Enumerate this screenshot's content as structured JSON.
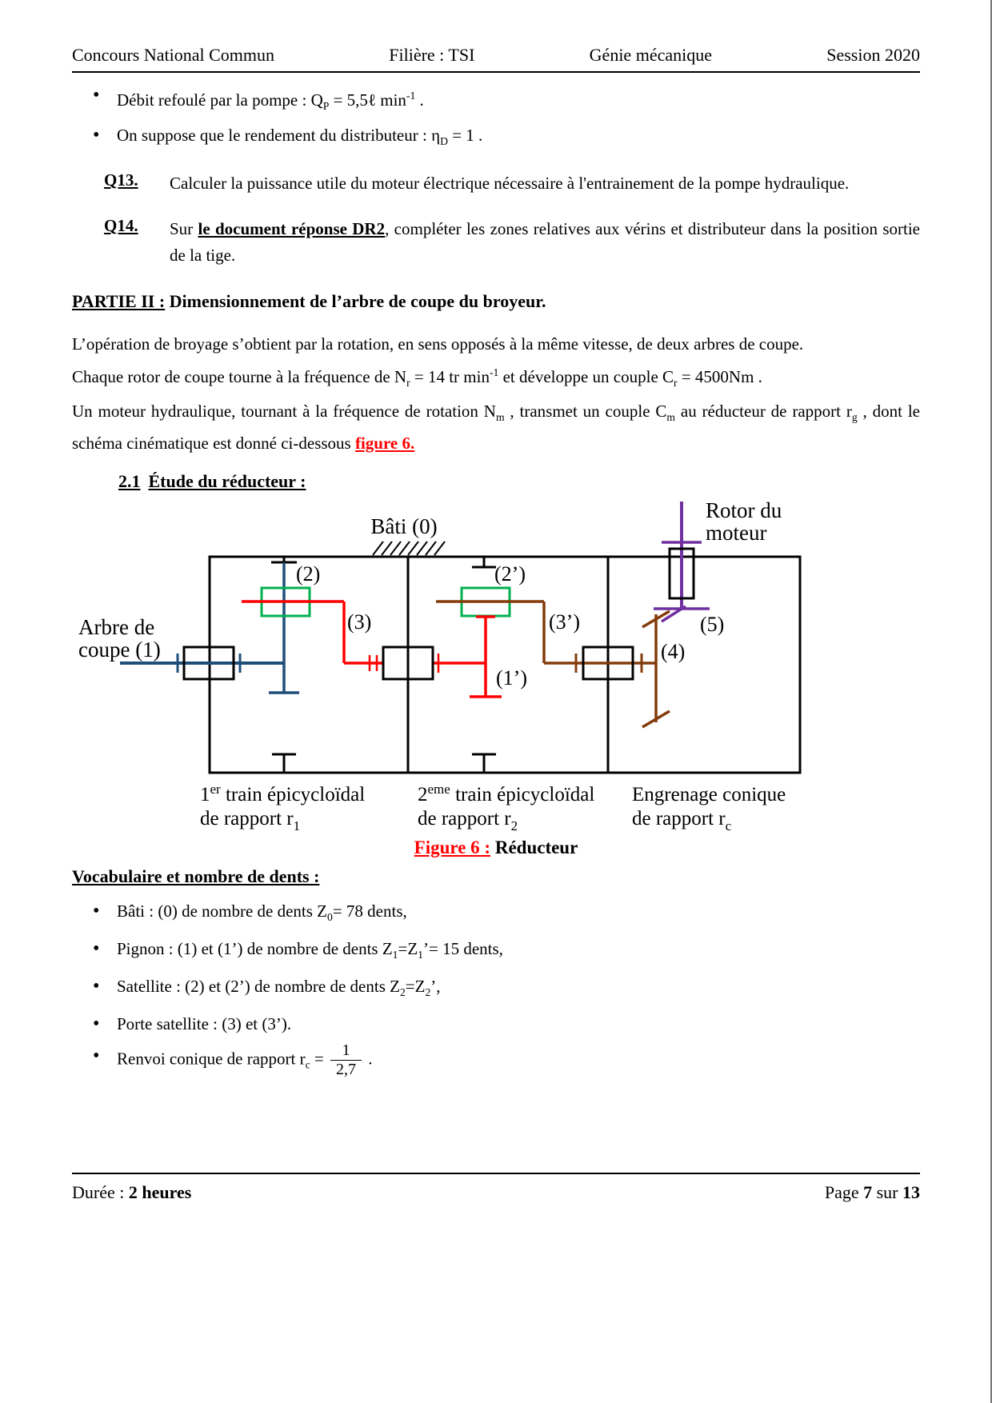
{
  "header": {
    "c1": "Concours National Commun",
    "c2": "Filière : TSI",
    "c3": "Génie mécanique",
    "c4": "Session 2020"
  },
  "bullets": {
    "b1": {
      "t1": "Débit refoulé par la pompe : ",
      "v1": "Q",
      "s1": "P",
      "t2": " = 5,5ℓ min",
      "sup1": "-1",
      "t3": " ."
    },
    "b2": {
      "t1": "On suppose que le rendement du distributeur : ",
      "v1": "η",
      "s1": "D",
      "t2": " = 1",
      "t3": " ."
    }
  },
  "q13": {
    "label": "Q13.",
    "text": "Calculer la puissance utile du moteur électrique nécessaire à l'entrainement de la pompe hydraulique."
  },
  "q14": {
    "label": "Q14.",
    "t1": "Sur ",
    "strong": "le document réponse DR2",
    "t2": ", compléter les zones relatives aux vérins et distributeur dans la position sortie de la tige."
  },
  "partie2": {
    "label": "PARTIE II :",
    "title": " Dimensionnement de l’arbre de coupe du broyeur."
  },
  "para1": "L’opération de broyage s’obtient par la rotation, en sens opposés à la même vitesse, de deux arbres de coupe.",
  "para2": {
    "t1": "Chaque rotor de coupe tourne à la fréquence de ",
    "v1": "N",
    "s1": "r",
    "t2": " = 14 tr min",
    "sup1": "-1",
    "t3": " et développe un couple ",
    "v2": "C",
    "s2": "r",
    "t4": " = 4500Nm ."
  },
  "para3": {
    "t1": "Un moteur hydraulique, tournant à la fréquence de rotation ",
    "v1": "N",
    "s1": "m",
    "t2": " , transmet un couple ",
    "v2": "C",
    "s2": "m",
    "t3": " au réducteur de rapport ",
    "v3": "r",
    "s3": "g",
    "t4": " , dont le schéma cinématique est donné ci-dessous ",
    "link": "figure 6."
  },
  "section21": {
    "num": "2.1",
    "title": "Étude du réducteur :"
  },
  "figure": {
    "bati": "Bâti (0)",
    "rotor1": "Rotor du",
    "rotor2": "moteur",
    "arbre1": "Arbre de",
    "arbre2": "coupe (1)",
    "l2": "(2)",
    "l3": "(3)",
    "l2p": "(2’)",
    "l3p": "(3’)",
    "l1p": "(1’)",
    "l4": "(4)",
    "l5": "(5)",
    "colors": {
      "red": "#ff0000",
      "green": "#00b050",
      "brown": "#843c0c",
      "purple": "#7030a0",
      "navy": "#1f4e79"
    },
    "captions": [
      {
        "num": "1",
        "sup": "er",
        "rest": " train épicycloïdal",
        "line2": "de rapport r",
        "sub": "1"
      },
      {
        "num": "2",
        "sup": "eme",
        "rest": " train épicycloïdal",
        "line2": "de rapport r",
        "sub": "2"
      },
      {
        "num": "",
        "sup": "",
        "rest": "Engrenage conique",
        "line2": "de rapport r",
        "sub": "c"
      }
    ]
  },
  "figcaption": {
    "label": "Figure 6 :",
    "title": " Réducteur"
  },
  "vocab": {
    "heading": "Vocabulaire et nombre de dents :",
    "i1": {
      "t1": "Bâti : (0) de nombre de dents Z",
      "s1": "0",
      "t2": "= 78 dents,"
    },
    "i2": {
      "t1": "Pignon : (1) et (1’) de nombre de dents Z",
      "s1": "1",
      "t2": "=Z",
      "s2": "1",
      "t3": "’= 15 dents,"
    },
    "i3": {
      "t1": "Satellite : (2) et (2’) de nombre de dents Z",
      "s1": "2",
      "t2": "=Z",
      "s2": "2",
      "t3": "’,"
    },
    "i4": {
      "t1": "Porte satellite : (3) et (3’)."
    },
    "i5": {
      "t1": "Renvoi conique de rapport ",
      "v1": "r",
      "s1": "c",
      "t2": " = ",
      "num": "1",
      "den": "2,7",
      "t3": " ."
    }
  },
  "footer": {
    "l1": "Durée : ",
    "l2": "2 heures",
    "r1": "Page ",
    "r2": "7",
    "r3": " sur ",
    "r4": "13"
  }
}
